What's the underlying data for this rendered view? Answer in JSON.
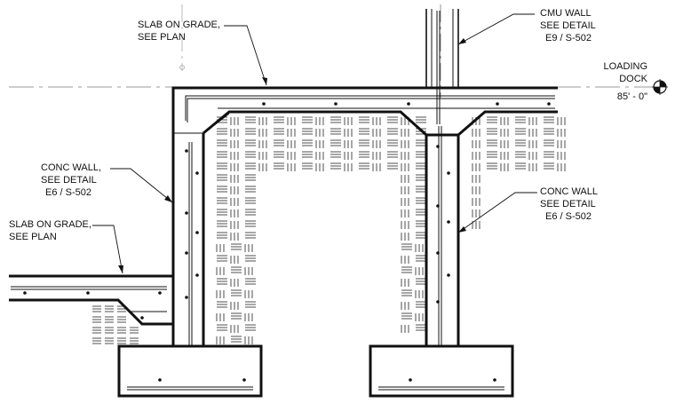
{
  "annotations": {
    "slab_top": [
      "SLAB ON GRADE,",
      "SEE PLAN"
    ],
    "cmu_wall": [
      "CMU WALL",
      "SEE DETAIL",
      "E9 / S-502"
    ],
    "loading_dock": [
      "LOADING",
      "DOCK",
      "85' - 0\""
    ],
    "conc_wall_left": [
      "CONC WALL,",
      "SEE DETAIL",
      "E6 / S-502"
    ],
    "slab_low": [
      "SLAB ON GRADE,",
      "SEE PLAN"
    ],
    "conc_wall_right": [
      "CONC WALL",
      "SEE DETAIL",
      "E6 / S-502"
    ]
  }
}
